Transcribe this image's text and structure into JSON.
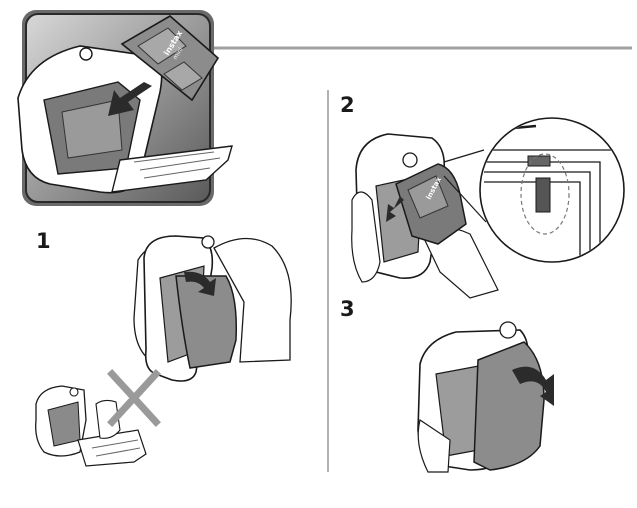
{
  "steps": [
    {
      "number": "1"
    },
    {
      "number": "2"
    },
    {
      "number": "3"
    }
  ],
  "film_pack_brand": "instax",
  "film_pack_model": "mini",
  "colors": {
    "header_panel_gradient_light": "#d8d8d8",
    "header_panel_gradient_dark": "#5a5a5a",
    "camera_body": "#ffffff",
    "camera_outline": "#1a1a1a",
    "film_pack": "#8c8c8c",
    "film_pack_dark": "#555555",
    "arrow_fill": "#2b2b2b",
    "wrong_cross": "#9a9a9a",
    "divider": "#9a9a9a"
  },
  "icons": [
    "insert-arrow-icon",
    "curved-arrow-icon",
    "wrong-cross-icon"
  ]
}
